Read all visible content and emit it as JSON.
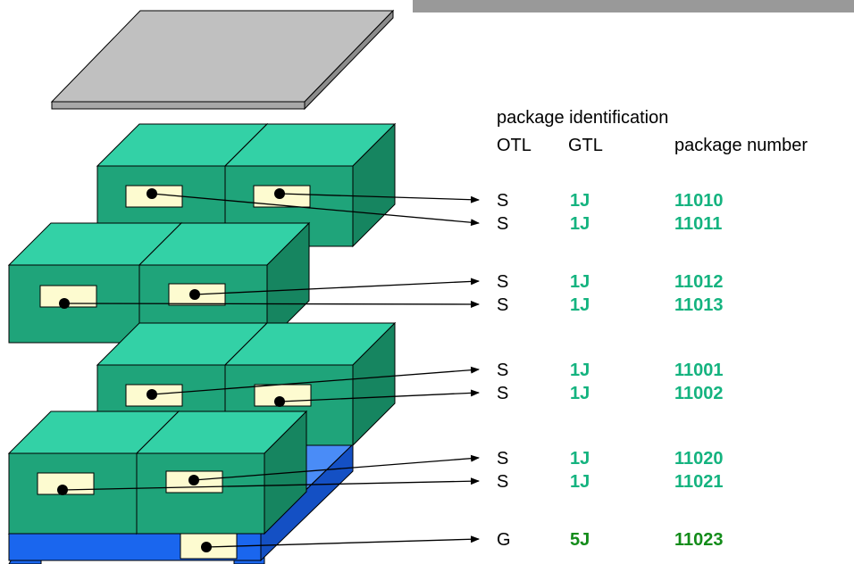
{
  "header": {
    "title": "package identification",
    "col_otl": "OTL",
    "col_gtl": "GTL",
    "col_number": "package number"
  },
  "colors": {
    "box_front": "#1fa47a",
    "box_top": "#33d1a6",
    "box_side": "#168560",
    "label": "#fdfbd0",
    "pallet_front": "#1a66ee",
    "pallet_top": "#4a8cf7",
    "pallet_side": "#1450c4",
    "lid_top": "#c0c0c0",
    "gtl_text": "#14b37f",
    "gtl_text_pallet": "#138c1a",
    "banner": "#999999"
  },
  "rows": [
    {
      "otl": "S",
      "gtl": "1J",
      "number": "11010"
    },
    {
      "otl": "S",
      "gtl": "1J",
      "number": "11011"
    },
    {
      "otl": "S",
      "gtl": "1J",
      "number": "11012"
    },
    {
      "otl": "S",
      "gtl": "1J",
      "number": "11013"
    },
    {
      "otl": "S",
      "gtl": "1J",
      "number": "11001"
    },
    {
      "otl": "S",
      "gtl": "1J",
      "number": "11002"
    },
    {
      "otl": "S",
      "gtl": "1J",
      "number": "11020"
    },
    {
      "otl": "S",
      "gtl": "1J",
      "number": "11021"
    },
    {
      "otl": "G",
      "gtl": "5J",
      "number": "11023"
    }
  ]
}
